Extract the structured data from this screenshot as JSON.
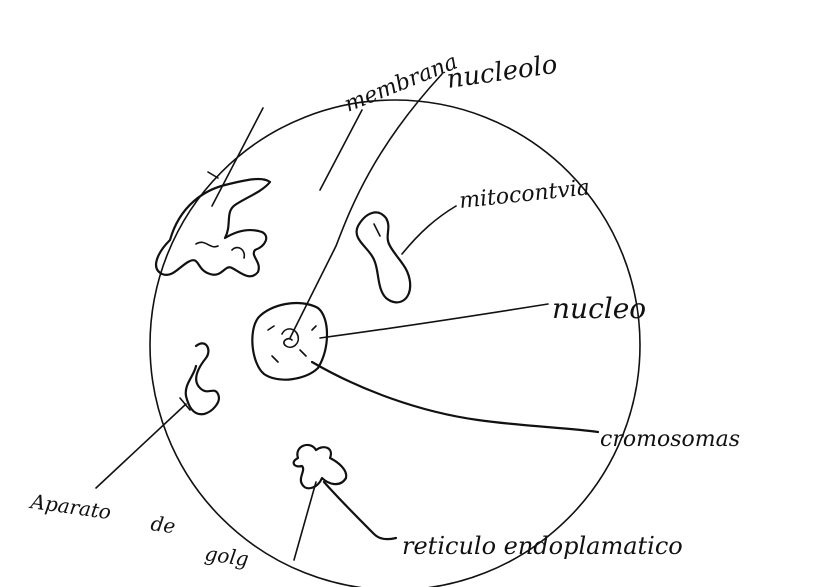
{
  "diagram": {
    "labels": {
      "membrana": "membrana",
      "nucleolo": "nucleolo",
      "mitocondria": "mitocontvia",
      "nucleo": "nucleo",
      "cromosomas": "cromosomas",
      "aparato_golgi_line1": "Aparato",
      "aparato_golgi_line2": "de",
      "aparato_golgi_line3": "golg",
      "reticulo": "reticulo endoplamatico"
    },
    "colors": {
      "ink": "#111111",
      "paper": "#ffffff"
    }
  }
}
